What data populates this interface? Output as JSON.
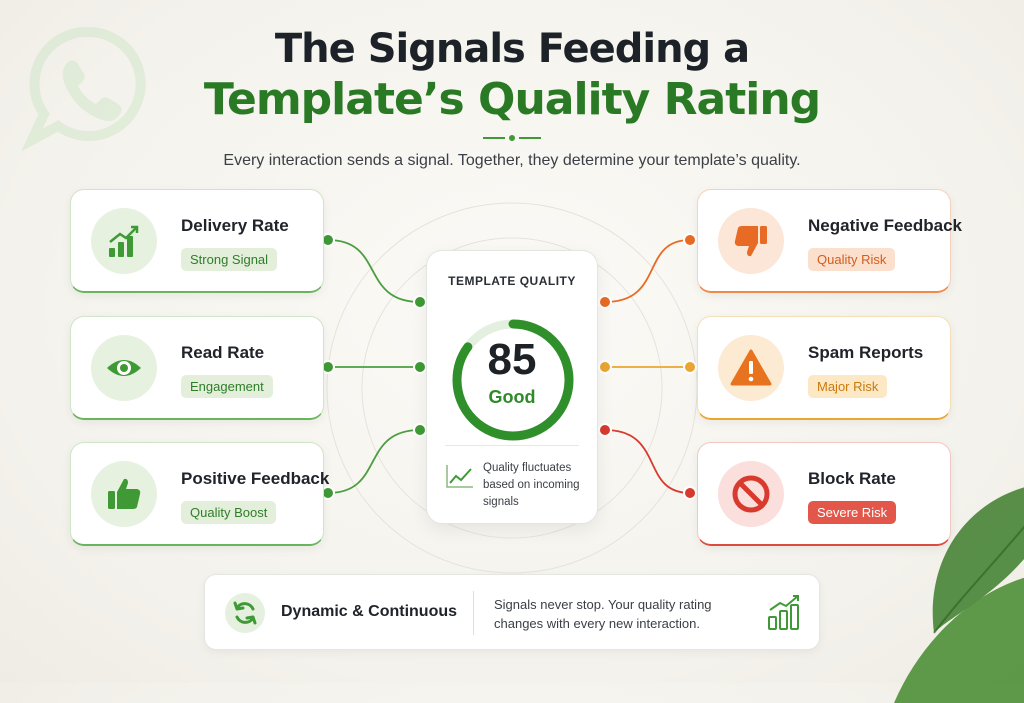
{
  "title": {
    "line1": "The Signals Feeding a",
    "line2": "Template’s Quality Rating"
  },
  "subtitle": "Every interaction sends a signal. Together, they determine your template’s quality.",
  "quality": {
    "heading": "TEMPLATE QUALITY",
    "score": "85",
    "score_max": 100,
    "label": "Good",
    "note": "Quality fluctuates based on incoming signals"
  },
  "signals_left": [
    {
      "name": "Delivery Rate",
      "tag": "Strong Signal",
      "icon": "growth-bar-chart-icon"
    },
    {
      "name": "Read Rate",
      "tag": "Engagement",
      "icon": "eye-icon"
    },
    {
      "name": "Positive Feedback",
      "tag": "Quality Boost",
      "icon": "thumbs-up-icon"
    }
  ],
  "signals_right": [
    {
      "name": "Negative Feedback",
      "tag": "Quality Risk",
      "icon": "thumbs-down-icon"
    },
    {
      "name": "Spam Reports",
      "tag": "Major Risk",
      "icon": "warning-triangle-icon"
    },
    {
      "name": "Block Rate",
      "tag": "Severe Risk",
      "icon": "block-icon"
    }
  ],
  "footer": {
    "title": "Dynamic & Continuous",
    "description": "Signals never stop. Your quality rating changes with every new interaction.",
    "icon": "refresh-icon"
  },
  "colors": {
    "brand_green": "#2a7a25",
    "accent_green": "#3f9a36",
    "orange": "#e76b24",
    "amber": "#eba631",
    "red": "#d83a2e"
  }
}
